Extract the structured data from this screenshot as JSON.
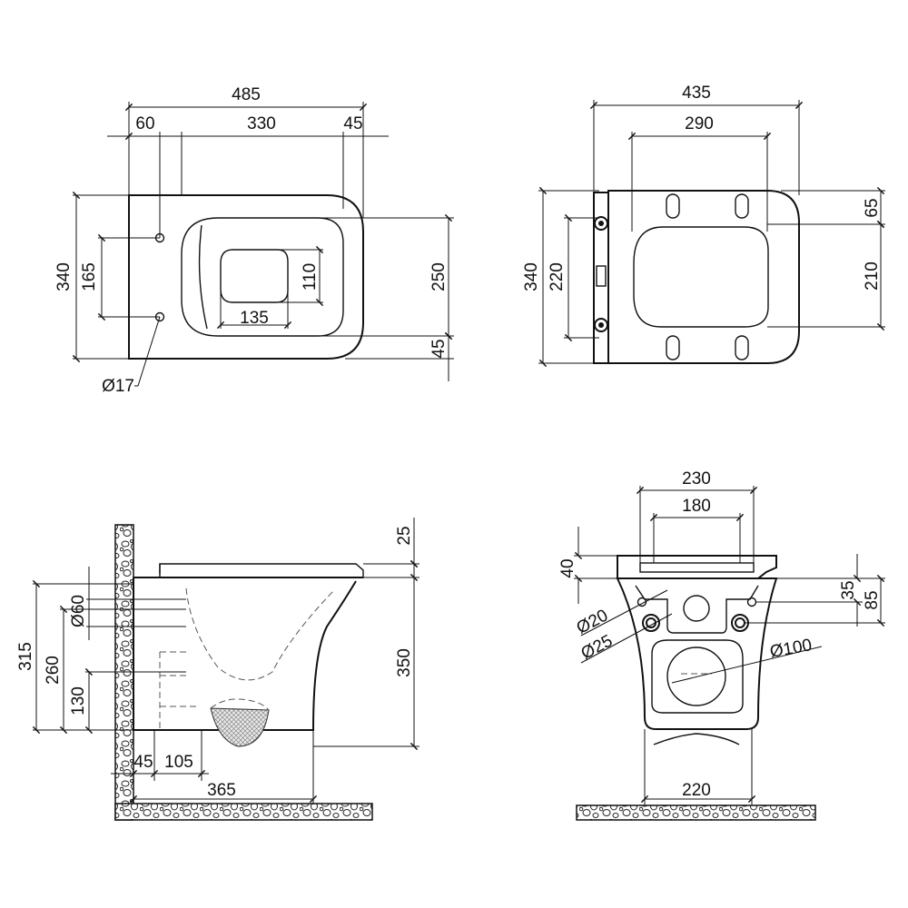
{
  "top_left": {
    "overall_width": "485",
    "seg_60": "60",
    "seg_330": "330",
    "seg_45": "45",
    "height_340": "340",
    "bolt_165": "165",
    "inner_110": "110",
    "inner_135": "135",
    "bowl_250": "250",
    "offset_45": "45",
    "hole_dia": "Ø17"
  },
  "top_right": {
    "width_435": "435",
    "width_290": "290",
    "height_340": "340",
    "hinge_220": "220",
    "top_65": "65",
    "pad_210": "210"
  },
  "side_view": {
    "seat_25": "25",
    "body_350": "350",
    "h_315": "315",
    "h_260": "260",
    "h_130": "130",
    "pipe_dia": "Ø60",
    "x_45": "45",
    "x_105": "105",
    "x_365": "365"
  },
  "rear_view": {
    "w_230": "230",
    "w_180": "180",
    "h_40": "40",
    "h_35": "35",
    "h_85": "85",
    "d_20": "Ø20",
    "d_25": "Ø25",
    "d_100": "Ø100",
    "w_220": "220"
  }
}
